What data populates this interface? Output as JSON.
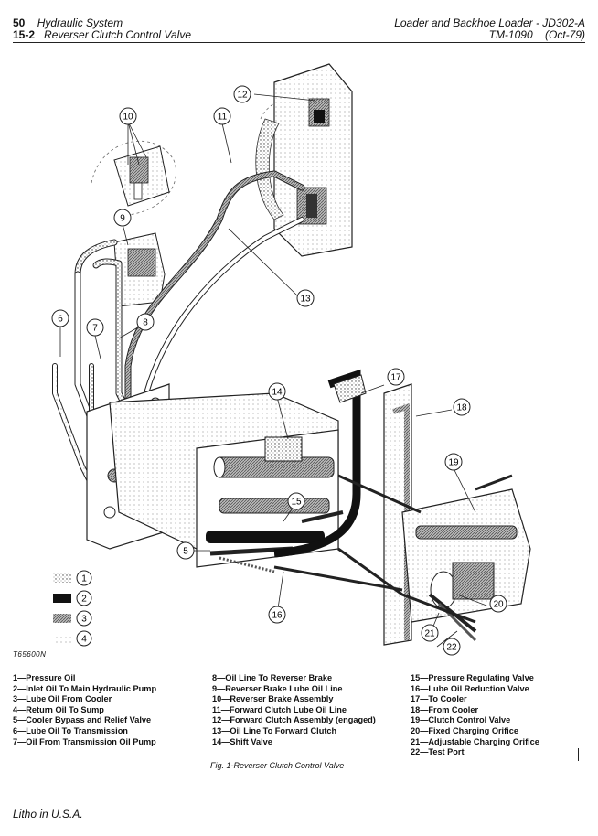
{
  "header": {
    "page_number": "50",
    "section_title": "Hydraulic System",
    "sub_number": "15-2",
    "sub_title": "Reverser Clutch Control Valve",
    "manual_title": "Loader and Backhoe Loader - JD302-A",
    "manual_code": "TM-1090",
    "manual_date": "(Oct-79)"
  },
  "figure": {
    "drawing_number": "T65600N",
    "callouts": [
      "1",
      "2",
      "3",
      "4",
      "5",
      "6",
      "7",
      "8",
      "9",
      "10",
      "11",
      "12",
      "13",
      "14",
      "15",
      "16",
      "17",
      "18",
      "19",
      "20",
      "21",
      "22"
    ],
    "swatch_labels": [
      "1",
      "2",
      "3",
      "4"
    ],
    "caption": "Fig. 1-Reverser Clutch Control Valve"
  },
  "legend": {
    "col1": [
      "1—Pressure Oil",
      "2—Inlet Oil To Main Hydraulic Pump",
      "3—Lube Oil From Cooler",
      "4—Return Oil To Sump",
      "5—Cooler Bypass and Relief Valve",
      "6—Lube Oil To Transmission",
      "7—Oil From Transmission Oil Pump"
    ],
    "col2": [
      "8—Oil Line To Reverser Brake",
      "9—Reverser Brake Lube Oil Line",
      "10—Reverser Brake Assembly",
      "11—Forward Clutch Lube Oil Line",
      "12—Forward Clutch Assembly (engaged)",
      "13—Oil Line To Forward Clutch",
      "14—Shift Valve"
    ],
    "col3": [
      "15—Pressure Regulating Valve",
      "16—Lube Oil Reduction Valve",
      "17—To Cooler",
      "18—From Cooler",
      "19—Clutch Control Valve",
      "20—Fixed Charging Orifice",
      "21—Adjustable Charging Orifice",
      "22—Test Port"
    ]
  },
  "footer": "Litho in U.S.A."
}
